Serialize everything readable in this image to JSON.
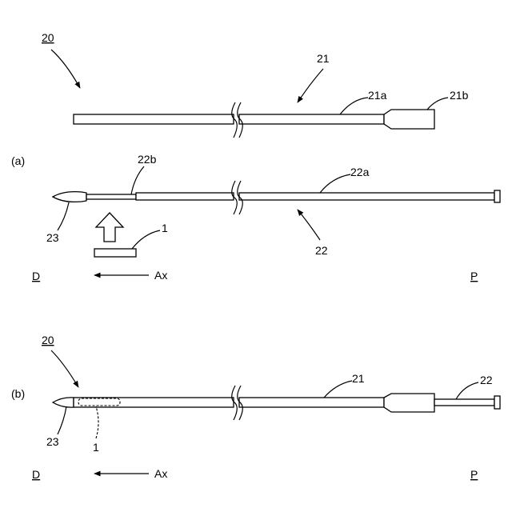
{
  "figure": {
    "panel_a": {
      "panel_label": "(a)",
      "assembly_ref": "20",
      "outer_tube_ref": "21",
      "outer_body_ref": "21a",
      "outer_hub_ref": "21b",
      "inner_body_ref": "22a",
      "inner_tip_ref": "22b",
      "inner_member_ref": "22",
      "tip_ref": "23",
      "element_ref": "1",
      "distal_label": "D",
      "axis_label": "Ax",
      "proximal_label": "P"
    },
    "panel_b": {
      "panel_label": "(b)",
      "assembly_ref": "20",
      "outer_tube_ref": "21",
      "inner_member_ref": "22",
      "tip_ref": "23",
      "element_ref": "1",
      "distal_label": "D",
      "axis_label": "Ax",
      "proximal_label": "P"
    }
  }
}
